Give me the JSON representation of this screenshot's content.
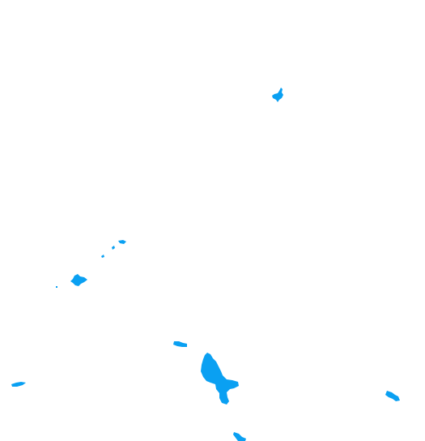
{
  "map": {
    "background_color": "#ffffff",
    "water_color": "#0aa0f2",
    "features": [
      {
        "kind": "water-body"
      },
      {
        "kind": "water-body"
      },
      {
        "kind": "water-body"
      },
      {
        "kind": "water-body"
      },
      {
        "kind": "water-body"
      },
      {
        "kind": "water-body"
      },
      {
        "kind": "water-body"
      },
      {
        "kind": "water-body"
      },
      {
        "kind": "water-body"
      },
      {
        "kind": "water-body"
      },
      {
        "kind": "water-body"
      }
    ]
  }
}
